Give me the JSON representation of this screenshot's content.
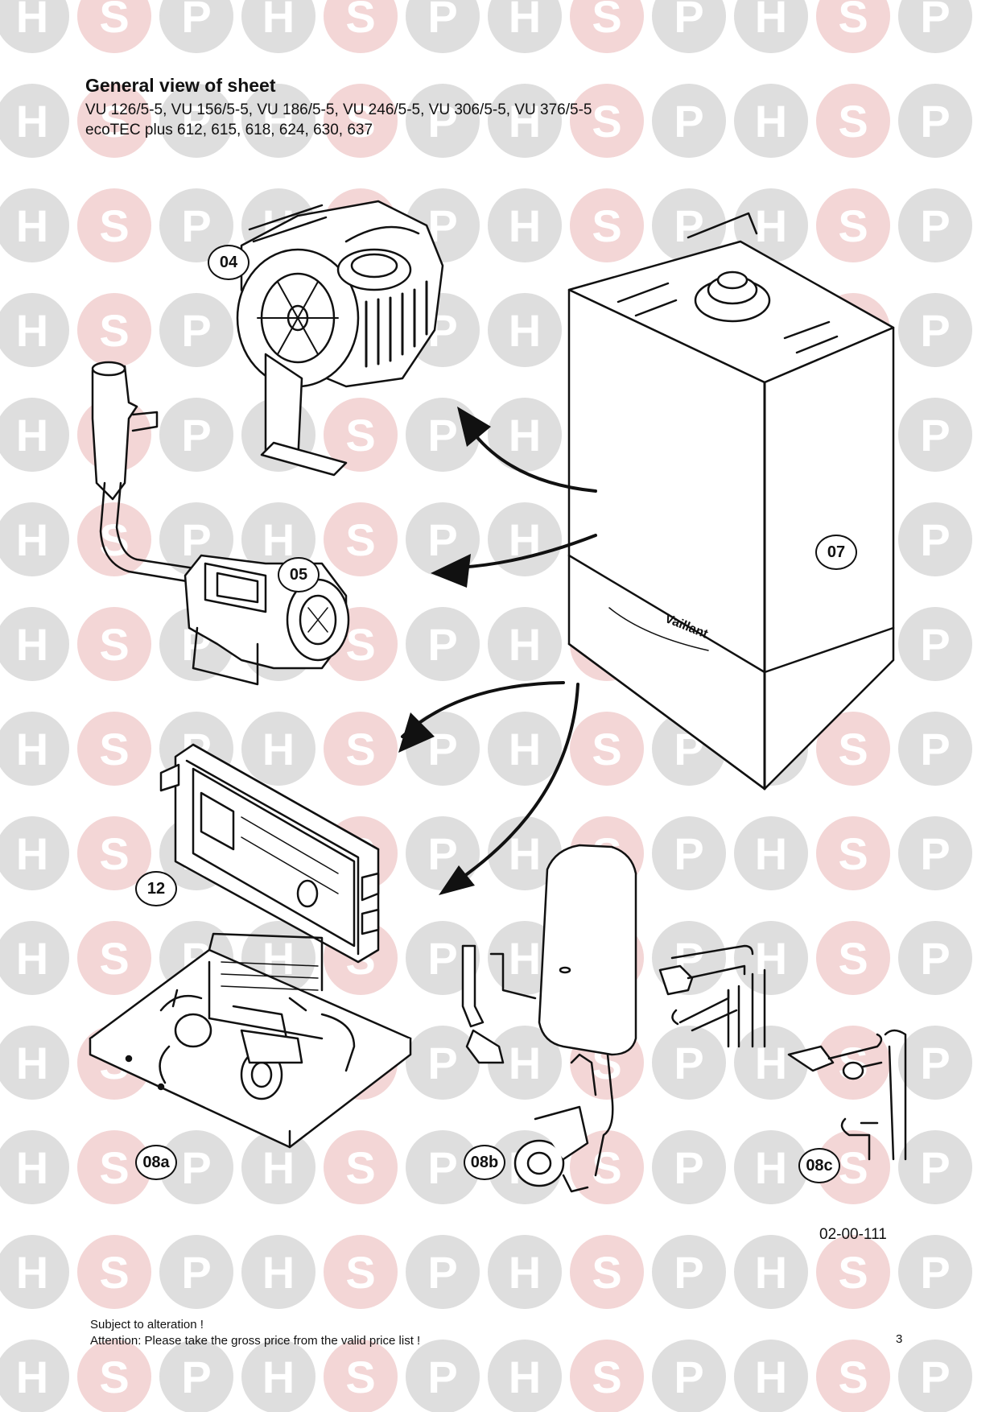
{
  "header": {
    "title": "General view of sheet",
    "models_line_1": "VU 126/5-5, VU 156/5-5, VU 186/5-5, VU 246/5-5, VU 306/5-5, VU 376/5-5",
    "models_line_2": "ecoTEC plus 612, 615, 618, 624, 630, 637"
  },
  "watermark": {
    "letters": [
      "H",
      "S",
      "P"
    ],
    "color": "#dedede",
    "s_color": "#f3d6d6"
  },
  "callouts": {
    "fan_assembly": "04",
    "gas_valve": "05",
    "boiler_casing": "07",
    "control_box": "12",
    "hydraulic_block": "08a",
    "expansion_vessel_pump": "08b",
    "pipe_set": "08c"
  },
  "drawing_number": "02-00-111",
  "footer": {
    "line_1": "Subject to alteration !",
    "line_2": "Attention: Please take the gross price from the valid price list !",
    "page_number": "3"
  }
}
